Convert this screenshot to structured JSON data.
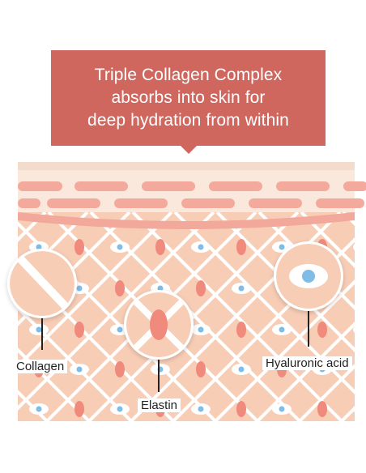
{
  "heading": {
    "lines": [
      "Triple Collagen Complex",
      "absorbs into skin for",
      "deep hydration from within"
    ]
  },
  "labels": {
    "collagen": "Collagen",
    "elastin": "Elastin",
    "hyaluronic_acid": "Hyaluronic acid"
  },
  "colors": {
    "callout": "#d0675f",
    "skin": "#f7cdb6",
    "pill": "#f3a99b",
    "elastin": "#ef8a7c",
    "acid": "#7fbde6",
    "epidermis_top": "#f3dccb"
  }
}
